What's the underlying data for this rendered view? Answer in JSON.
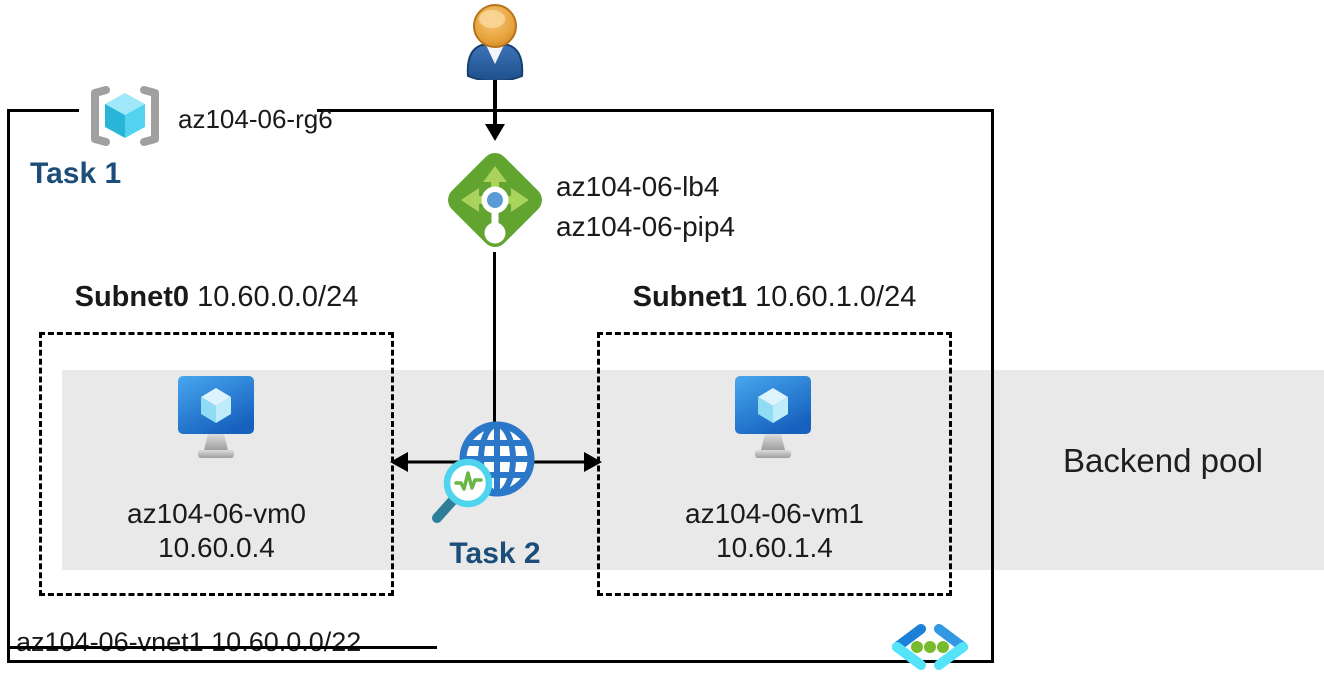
{
  "diagram": {
    "resource_group": {
      "label": "az104-06-rg6",
      "task_label": "Task 1"
    },
    "load_balancer": {
      "name": "az104-06-lb4",
      "public_ip": "az104-06-pip4"
    },
    "network_watcher": {
      "task_label": "Task 2"
    },
    "subnets": [
      {
        "name": "Subnet0",
        "cidr": "10.60.0.0/24",
        "vm_name": "az104-06-vm0",
        "vm_ip": "10.60.0.4"
      },
      {
        "name": "Subnet1",
        "cidr": "10.60.1.0/24",
        "vm_name": "az104-06-vm1",
        "vm_ip": "10.60.1.4"
      }
    ],
    "backend_pool_label": "Backend pool",
    "vnet": {
      "name": "az104-06-vnet1",
      "cidr": "10.60.0.0/22"
    },
    "icons": {
      "user": "user-icon",
      "load_balancer": "load-balancer-icon",
      "resource_group": "resource-group-icon",
      "virtual_machine": "vm-icon",
      "network_watcher": "network-watcher-icon",
      "virtual_network": "virtual-network-icon"
    },
    "colors": {
      "task_text": "#1c4e79",
      "backend_band": "#e9e9e9",
      "lb_green": "#61a430",
      "lb_light_green": "#a9d35c",
      "azure_blue": "#2b77c8",
      "cyan": "#50e6ff",
      "vm_blue": "#2f8ce0",
      "dot_green": "#76bc2d",
      "head_orange": "#e8a33d"
    }
  }
}
